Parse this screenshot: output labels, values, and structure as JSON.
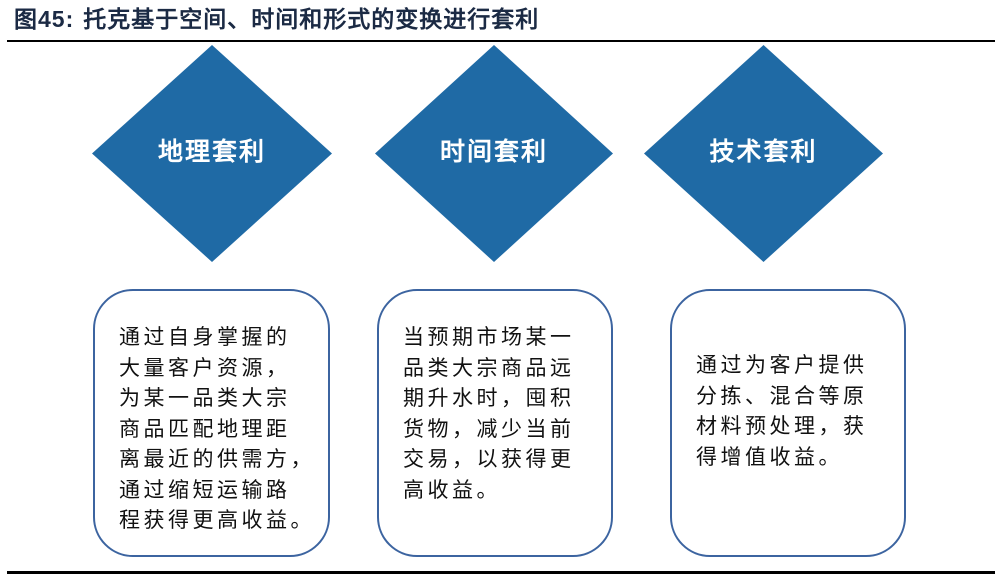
{
  "figure": {
    "title_prefix": "图",
    "title_number": "45:",
    "title_text": " 托克基于空间、时间和形式的变换进行套利"
  },
  "colors": {
    "diamond_fill": "#1f6aa5",
    "card_border": "#3c64a0",
    "title": "#1b2a44",
    "rule": "#000000"
  },
  "columns": [
    {
      "diamond_label": "地理套利",
      "card_lines": [
        "通过自身掌握的",
        "大量客户资源，",
        "为某一品类大宗",
        "商品匹配地理距",
        "离最近的供需方，",
        "通过缩短运输路",
        "程获得更高收益。"
      ]
    },
    {
      "diamond_label": "时间套利",
      "card_lines": [
        "当预期市场某一",
        "品类大宗商品远",
        "期升水时，囤积",
        "货物，减少当前",
        "交易，以获得更",
        "高收益。"
      ]
    },
    {
      "diamond_label": "技术套利",
      "card_lines": [
        "通过为客户提供",
        "分拣、混合等原",
        "材料预处理，获",
        "得增值收益。"
      ]
    }
  ]
}
